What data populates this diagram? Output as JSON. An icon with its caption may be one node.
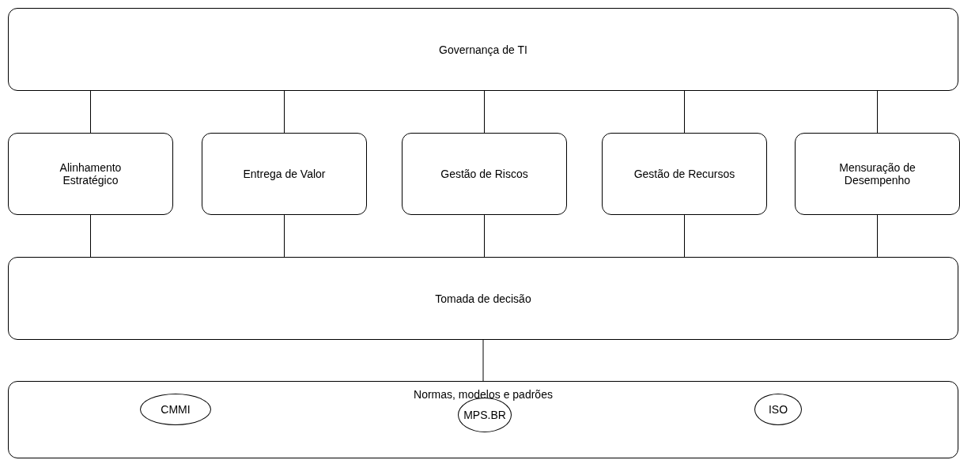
{
  "diagram": {
    "nodes": [
      {
        "text": [
          "Governança de TI"
        ]
      },
      {
        "text": [
          "Alinhamento Estratégico"
        ]
      },
      {
        "text": [
          "Entrega de Valor"
        ]
      },
      {
        "text": [
          "Gestão de Riscos"
        ]
      },
      {
        "text": [
          "Gestão de Recursos"
        ]
      },
      {
        "text": [
          "Mensuração de Desempenho"
        ]
      },
      {
        "text": [
          "Tomada de decisão"
        ]
      },
      {
        "text": [
          "Normas, modelos e padrões"
        ]
      },
      {
        "text": [
          "CMMI"
        ],
        "in": 7
      },
      {
        "text": [
          "MPS.BR"
        ],
        "in": 7
      },
      {
        "text": [
          "ISO"
        ],
        "in": 7
      }
    ],
    "edges": [
      {
        "from": 0,
        "to": 1,
        "arrow": "none"
      },
      {
        "from": 0,
        "to": 2,
        "arrow": "none"
      },
      {
        "from": 0,
        "to": 3,
        "arrow": "none"
      },
      {
        "from": 0,
        "to": 4,
        "arrow": "none"
      },
      {
        "from": 0,
        "to": 5,
        "arrow": "none"
      },
      {
        "from": 1,
        "to": 6,
        "arrow": "none"
      },
      {
        "from": 2,
        "to": 6,
        "arrow": "none"
      },
      {
        "from": 3,
        "to": 6,
        "arrow": "none"
      },
      {
        "from": 4,
        "to": 6,
        "arrow": "none"
      },
      {
        "from": 5,
        "to": 6,
        "arrow": "none"
      },
      {
        "from": 6,
        "to": 7,
        "arrow": "none"
      }
    ]
  }
}
